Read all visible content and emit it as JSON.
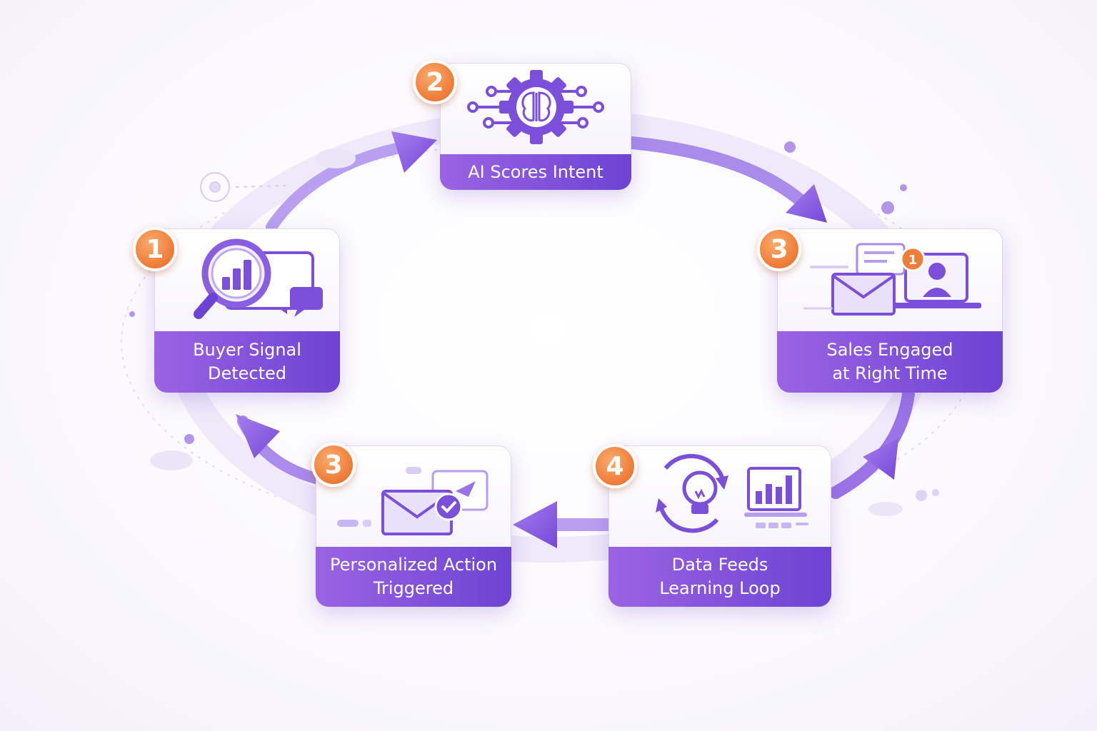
{
  "steps": [
    {
      "id": "buyer-signal",
      "number": "1",
      "label_lines": [
        "Buyer Signal",
        "Detected"
      ],
      "icon": "magnifier-chart-chat-icon"
    },
    {
      "id": "ai-scores",
      "number": "2",
      "label_lines": [
        "AI Scores Intent"
      ],
      "icon": "brain-gear-network-icon"
    },
    {
      "id": "sales-engaged",
      "number": "3",
      "label_lines": [
        "Sales Engaged",
        "at Right Time"
      ],
      "icon": "email-laptop-notification-icon",
      "notification_count": "1"
    },
    {
      "id": "data-feeds",
      "number": "4",
      "label_lines": [
        "Data Feeds",
        "Learning Loop"
      ],
      "icon": "lightbulb-cycle-chart-icon"
    },
    {
      "id": "personalized-action",
      "number": "3",
      "label_lines": [
        "Personalized Action",
        "Triggered"
      ],
      "icon": "email-check-icon"
    }
  ],
  "colors": {
    "primary_purple": "#7b4fd9",
    "light_purple": "#b79cf0",
    "badge_orange": "#ef7d38",
    "card_background": "#f6f2fd"
  }
}
